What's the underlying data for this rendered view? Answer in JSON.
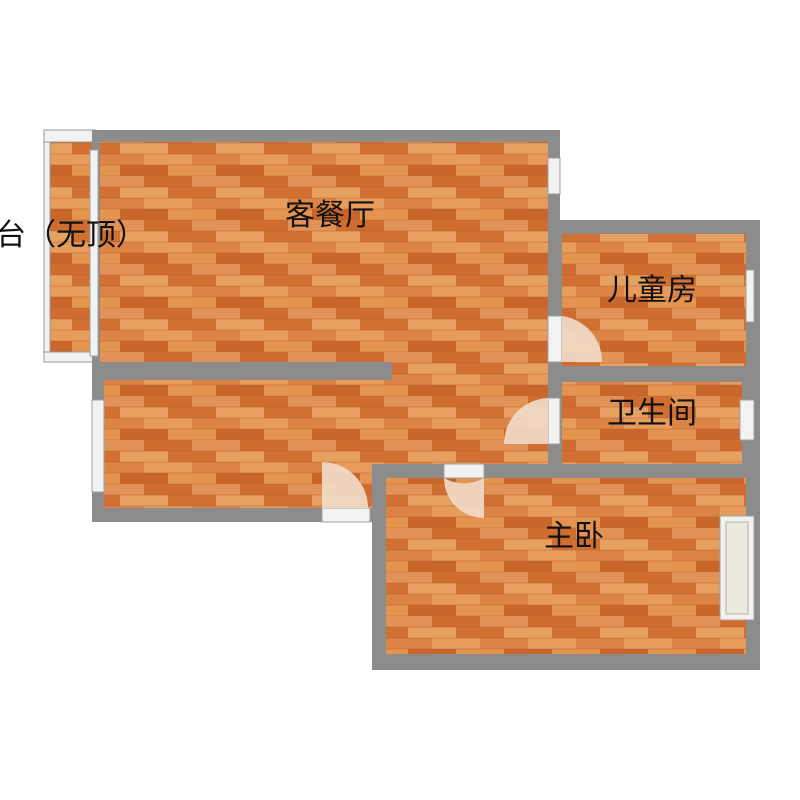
{
  "rooms": {
    "balcony": {
      "label": "台（无顶）"
    },
    "living_dining": {
      "label": "客餐厅"
    },
    "kids_room": {
      "label": "儿童房"
    },
    "bathroom": {
      "label": "卫生间"
    },
    "master_bedroom": {
      "label": "主卧"
    }
  },
  "colors": {
    "wall": "#8c8c8c",
    "floor_base": "#d9783a",
    "plank_light": "#e49a5e",
    "plank_dark": "#c0622a",
    "window": "#f2f2f2",
    "door_swing": "#f1ddca",
    "bay_window": "#ece9de"
  }
}
